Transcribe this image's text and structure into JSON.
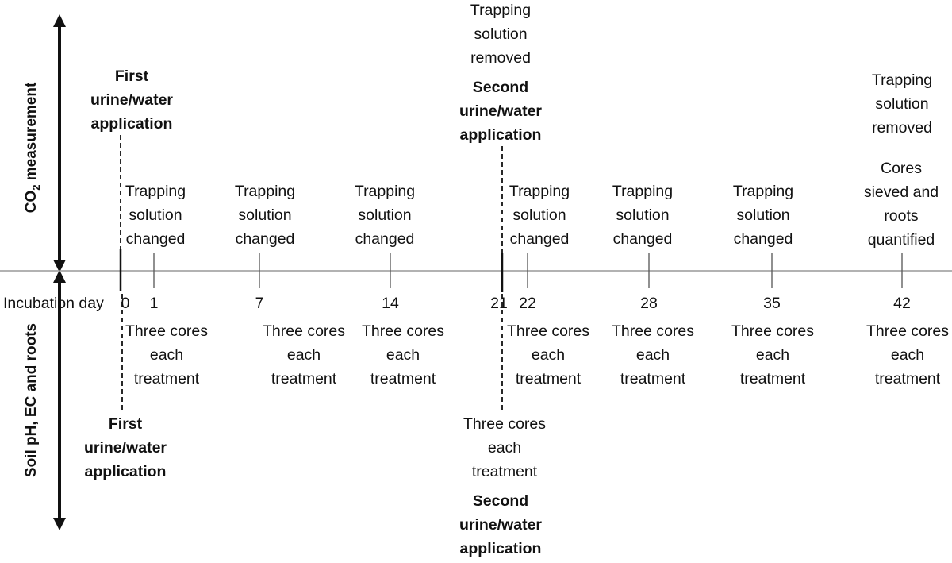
{
  "axis": {
    "top_label": "CO",
    "top_label_sub": "2",
    "top_label_rest": " measurement",
    "bottom_label": "Soil pH, EC and roots",
    "row_label": "Incubation day"
  },
  "days": [
    "0",
    "1",
    "7",
    "14",
    "21",
    "22",
    "28",
    "35",
    "42"
  ],
  "events_above": [
    {
      "lines": [
        "Trapping",
        "solution",
        "changed"
      ]
    },
    {
      "lines": [
        "Trapping",
        "solution",
        "changed"
      ]
    },
    {
      "lines": [
        "Trapping",
        "solution",
        "changed"
      ]
    },
    {
      "lines": [
        "Trapping",
        "solution",
        "changed"
      ]
    },
    {
      "lines": [
        "Trapping",
        "solution",
        "changed"
      ]
    },
    {
      "lines": [
        "Trapping",
        "solution",
        "changed"
      ]
    },
    {
      "lines": [
        "Cores",
        "sieved and",
        "roots",
        "quantified"
      ]
    }
  ],
  "events_below": [
    {
      "lines": [
        "Three cores",
        "each",
        "treatment"
      ]
    },
    {
      "lines": [
        "Three cores",
        "each",
        "treatment"
      ]
    },
    {
      "lines": [
        "Three cores",
        "each",
        "treatment"
      ]
    },
    {
      "lines": [
        "Three cores",
        "each",
        "treatment"
      ]
    },
    {
      "lines": [
        "Three cores",
        "each",
        "treatment"
      ]
    },
    {
      "lines": [
        "Three cores",
        "each",
        "treatment"
      ]
    },
    {
      "lines": [
        "Three cores",
        "each",
        "treatment"
      ]
    }
  ],
  "top_notes": {
    "removed_21": [
      "Trapping",
      "solution",
      "removed"
    ],
    "removed_42": [
      "Trapping",
      "solution",
      "removed"
    ]
  },
  "applications": {
    "first_top": [
      "First",
      "urine/water",
      "application"
    ],
    "second_top": [
      "Second",
      "urine/water",
      "application"
    ],
    "first_bottom": [
      "First",
      "urine/water",
      "application"
    ],
    "second_bottom": [
      "Second",
      "urine/water",
      "application"
    ],
    "cores_21": [
      "Three cores",
      "each",
      "treatment"
    ]
  },
  "colors": {
    "axis_line": "#999999",
    "ink": "#111111"
  }
}
